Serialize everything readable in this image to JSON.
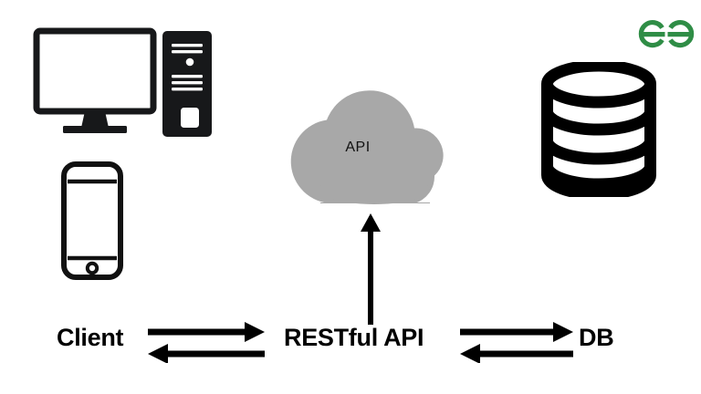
{
  "diagram": {
    "title": "RESTful API architecture flow",
    "background_color": "#ffffff",
    "stroke_color": "#111111",
    "brand_color": "#2f8d46",
    "cloud_fill": "#a8a8a8"
  },
  "brand": {
    "name": "geeksforgeeks-logo",
    "alt": "GeeksforGeeks",
    "color": "#2f8d46"
  },
  "icons": {
    "desktop": {
      "name": "desktop-computer-icon",
      "alt": "Desktop computer with monitor and tower"
    },
    "phone": {
      "name": "smartphone-icon",
      "alt": "Smartphone"
    },
    "cloud": {
      "name": "api-cloud-icon",
      "label": "API",
      "fill": "#a8a8a8"
    },
    "database": {
      "name": "database-cylinder-icon",
      "alt": "Database cylinder"
    }
  },
  "flow": {
    "nodes": [
      {
        "id": "client",
        "label": "Client"
      },
      {
        "id": "restful-api",
        "label": "RESTful API"
      },
      {
        "id": "db",
        "label": "DB"
      }
    ],
    "connectors": [
      {
        "id": "client-to-restful",
        "from": "client",
        "to": "restful-api",
        "direction": "right",
        "style": "solid-arrow"
      },
      {
        "id": "restful-to-client",
        "from": "restful-api",
        "to": "client",
        "direction": "left",
        "style": "solid-arrow"
      },
      {
        "id": "restful-to-db",
        "from": "restful-api",
        "to": "db",
        "direction": "right",
        "style": "solid-arrow"
      },
      {
        "id": "db-to-restful",
        "from": "db",
        "to": "restful-api",
        "direction": "left",
        "style": "solid-arrow"
      },
      {
        "id": "restful-to-cloud",
        "from": "restful-api",
        "to": "api-cloud",
        "direction": "up",
        "style": "solid-arrow"
      }
    ]
  }
}
